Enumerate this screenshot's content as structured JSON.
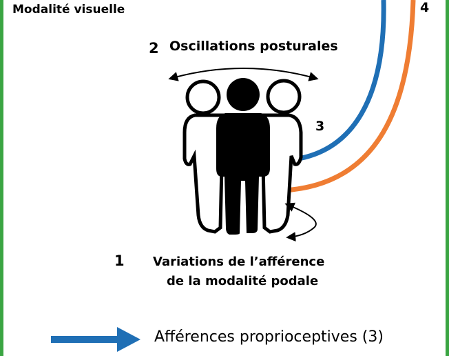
{
  "title": "Modalité visuelle",
  "labels": {
    "n1": "1",
    "n2": "2",
    "n3": "3",
    "n4": "4",
    "oscillations": "Oscillations posturales",
    "variations_line1": "Variations de l’afférence",
    "variations_line2": "de la modalité podale"
  },
  "legend": {
    "proprioceptive": "Afférences proprioceptives (3)"
  },
  "colors": {
    "frame": "#3aa542",
    "blue": "#1f6fb5",
    "orange": "#ef7d33",
    "figure": "#000000"
  }
}
